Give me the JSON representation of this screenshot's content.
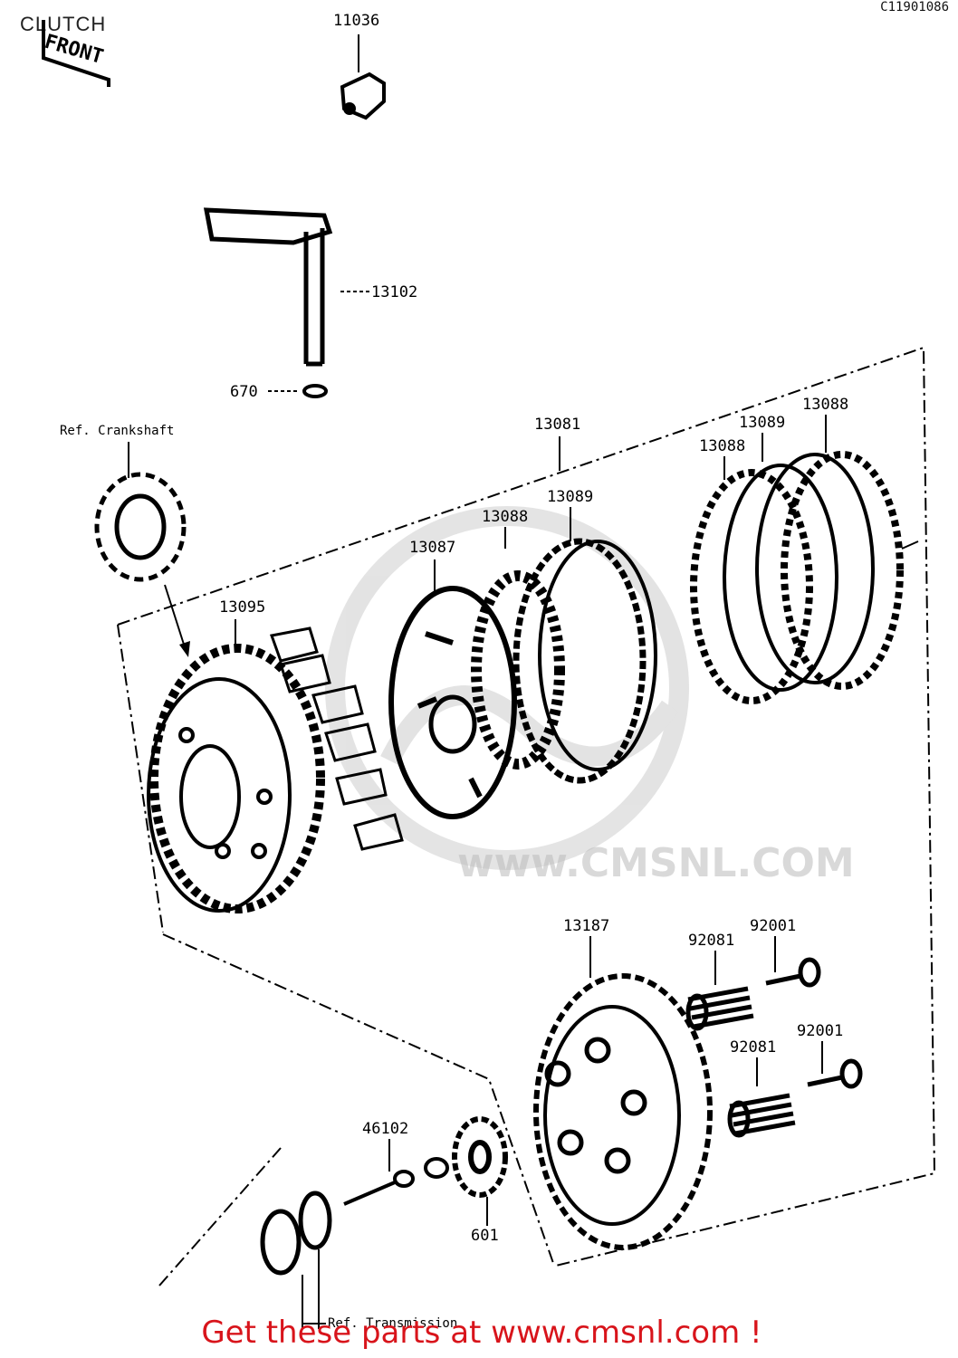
{
  "title": "CLUTCH",
  "corner_code": "C11901086",
  "front_label": "FRONT",
  "watermark": {
    "url": "www.CMSNL.COM",
    "logo": "cms-logo"
  },
  "labels": {
    "p11036": "11036",
    "p13102": "13102",
    "p670": "670",
    "ref_crankshaft": "Ref. Crankshaft",
    "p13081": "13081",
    "p13088_top": "13088",
    "p13089_top": "13089",
    "p13088_mid": "13088",
    "p13089_mid": "13089",
    "p13088_left": "13088",
    "p13087": "13087",
    "p13095": "13095",
    "p13187": "13187",
    "p92081_a": "92081",
    "p92001_a": "92001",
    "p92081_b": "92081",
    "p92001_b": "92001",
    "p46102": "46102",
    "p601": "601",
    "ref_transmission": "Ref. Transmission"
  },
  "footer": "Get these parts at www.cmsnl.com !"
}
